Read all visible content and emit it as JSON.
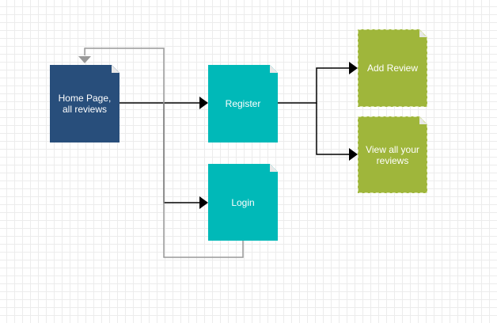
{
  "diagram": {
    "nodes": [
      {
        "id": "home",
        "label": "Home Page,\nall reviews",
        "color": "#284e7b"
      },
      {
        "id": "register",
        "label": "Register",
        "color": "#00b9b8"
      },
      {
        "id": "login",
        "label": "Login",
        "color": "#00b9b8"
      },
      {
        "id": "add_review",
        "label": "Add Review",
        "color": "#9fb63b"
      },
      {
        "id": "view_reviews",
        "label": "View all your\nreviews",
        "color": "#9fb63b"
      }
    ],
    "edges": [
      {
        "from": "home",
        "to": "register"
      },
      {
        "from": "home",
        "to": "login"
      },
      {
        "from": "login",
        "to": "home"
      },
      {
        "from": "register",
        "to": "add_review"
      },
      {
        "from": "register",
        "to": "view_reviews"
      }
    ],
    "colors": {
      "edge_main": "#000000",
      "edge_return": "#999999",
      "grid": "#ececec"
    }
  }
}
